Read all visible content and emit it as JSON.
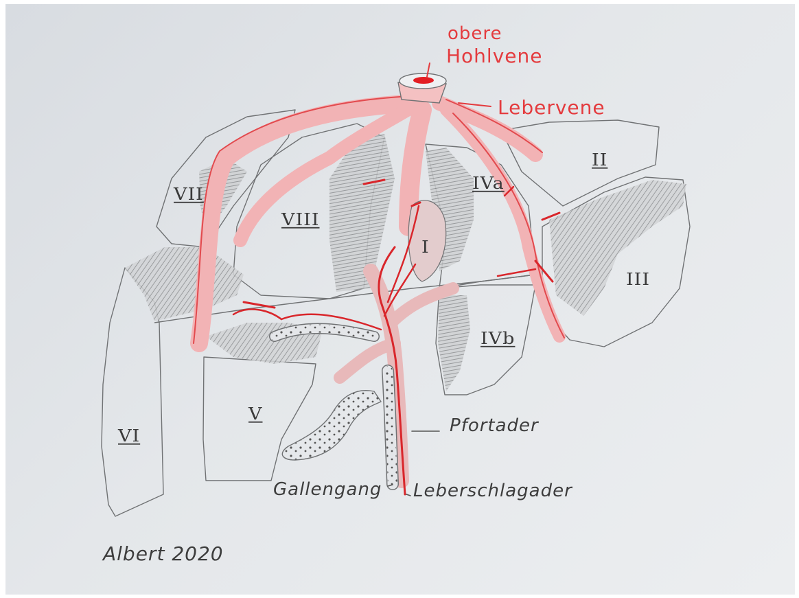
{
  "labels": {
    "vena_cava_line1": "obere",
    "vena_cava_line2": "Hohlvene",
    "hepatic_vein": "Lebervene",
    "portal_vein": "Pfortader",
    "bile_duct": "Gallengang",
    "hepatic_artery": "Leberschlagader",
    "signature": "Albert 2020"
  },
  "segments": {
    "s1": "I",
    "s2": "II",
    "s3": "III",
    "s4a": "IVa",
    "s4b": "IVb",
    "s5": "V",
    "s6": "VI",
    "s7": "VII",
    "s8": "VIII"
  },
  "colors": {
    "paper": "#e2e5e8",
    "pencil": "#6a6a6a",
    "vein_fill": "#f0a9ab",
    "vessel_red": "#d9262b",
    "label_red": "#e43b3e"
  }
}
